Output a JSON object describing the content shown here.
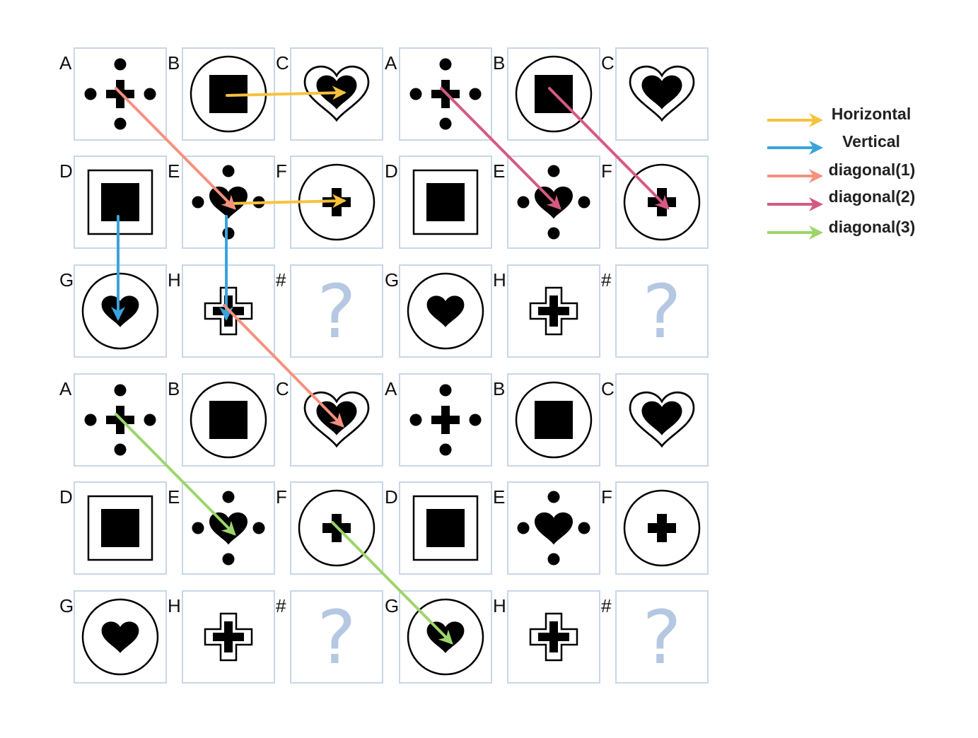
{
  "grids": [
    {
      "cells": [
        {
          "label": "A",
          "symbol": "plus-dots"
        },
        {
          "label": "B",
          "symbol": "circle-square"
        },
        {
          "label": "C",
          "symbol": "heart-outline"
        },
        {
          "label": "D",
          "symbol": "framed-square"
        },
        {
          "label": "E",
          "symbol": "heart-dots"
        },
        {
          "label": "F",
          "symbol": "circle-plus"
        },
        {
          "label": "G",
          "symbol": "circle-heart"
        },
        {
          "label": "H",
          "symbol": "plus-outline"
        },
        {
          "label": "#",
          "symbol": "question",
          "text": "?"
        }
      ]
    },
    {
      "cells": [
        {
          "label": "A",
          "symbol": "plus-dots"
        },
        {
          "label": "B",
          "symbol": "circle-square"
        },
        {
          "label": "C",
          "symbol": "heart-outline"
        },
        {
          "label": "D",
          "symbol": "framed-square"
        },
        {
          "label": "E",
          "symbol": "heart-dots"
        },
        {
          "label": "F",
          "symbol": "circle-plus"
        },
        {
          "label": "G",
          "symbol": "circle-heart"
        },
        {
          "label": "H",
          "symbol": "plus-outline"
        },
        {
          "label": "#",
          "symbol": "question",
          "text": "?"
        }
      ]
    },
    {
      "cells": [
        {
          "label": "A",
          "symbol": "plus-dots"
        },
        {
          "label": "B",
          "symbol": "circle-square"
        },
        {
          "label": "C",
          "symbol": "heart-outline"
        },
        {
          "label": "D",
          "symbol": "framed-square"
        },
        {
          "label": "E",
          "symbol": "heart-dots"
        },
        {
          "label": "F",
          "symbol": "circle-plus"
        },
        {
          "label": "G",
          "symbol": "circle-heart"
        },
        {
          "label": "H",
          "symbol": "plus-outline"
        },
        {
          "label": "#",
          "symbol": "question",
          "text": "?"
        }
      ]
    },
    {
      "cells": [
        {
          "label": "A",
          "symbol": "plus-dots"
        },
        {
          "label": "B",
          "symbol": "circle-square"
        },
        {
          "label": "C",
          "symbol": "heart-outline"
        },
        {
          "label": "D",
          "symbol": "framed-square"
        },
        {
          "label": "E",
          "symbol": "heart-dots"
        },
        {
          "label": "F",
          "symbol": "circle-plus"
        },
        {
          "label": "G",
          "symbol": "circle-heart"
        },
        {
          "label": "H",
          "symbol": "plus-outline"
        },
        {
          "label": "#",
          "symbol": "question",
          "text": "?"
        }
      ]
    }
  ],
  "arrows": [
    {
      "type": "horizontal",
      "grid": 0,
      "from": "B",
      "to": "C"
    },
    {
      "type": "horizontal",
      "grid": 0,
      "from": "E",
      "to": "F"
    },
    {
      "type": "vertical",
      "grid": 0,
      "from": "D",
      "to": "G"
    },
    {
      "type": "vertical",
      "grid": 0,
      "from": "E",
      "to": "H"
    },
    {
      "type": "diagonal1",
      "grid": 0,
      "from": "A",
      "to": "E"
    },
    {
      "type": "diagonal1",
      "grid": 0,
      "from": "H",
      "to": "C",
      "note": "spans to lower-left grid"
    },
    {
      "type": "diagonal2",
      "grid": 1,
      "from": "A",
      "to": "E"
    },
    {
      "type": "diagonal2",
      "grid": 1,
      "from": "B",
      "to": "F"
    },
    {
      "type": "diagonal3",
      "grid": 2,
      "from": "A",
      "to": "E"
    },
    {
      "type": "diagonal3",
      "grid": 2,
      "from": "F",
      "to": "G",
      "note": "spans to lower-right grid"
    }
  ],
  "legend": [
    {
      "key": "horizontal",
      "label": "Horizontal",
      "color": "#f6c23e"
    },
    {
      "key": "vertical",
      "label": "Vertical",
      "color": "#3aa3dc"
    },
    {
      "key": "diagonal1",
      "label": "diagonal(1)",
      "color": "#f5917e"
    },
    {
      "key": "diagonal2",
      "label": "diagonal(2)",
      "color": "#d55a82"
    },
    {
      "key": "diagonal3",
      "label": "diagonal(3)",
      "color": "#9dd56b"
    }
  ],
  "colors": {
    "cell_border": "#c9d6e8",
    "symbol": "#000000",
    "question_mark": "#b5c8e2"
  }
}
